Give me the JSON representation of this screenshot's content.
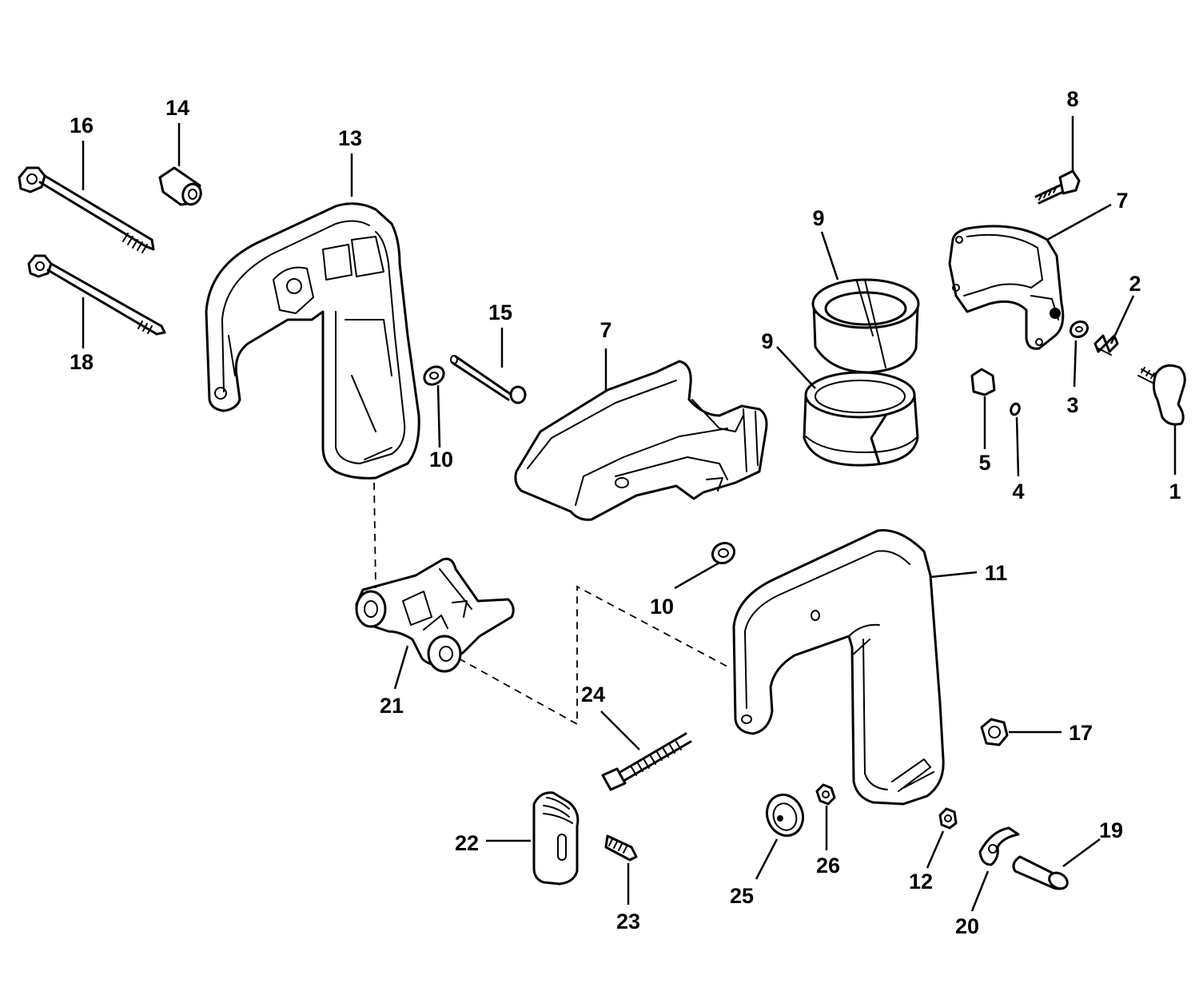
{
  "callouts": [
    {
      "id": "c1",
      "text": "1"
    },
    {
      "id": "c2",
      "text": "2"
    },
    {
      "id": "c3",
      "text": "3"
    },
    {
      "id": "c4",
      "text": "4"
    },
    {
      "id": "c5",
      "text": "5"
    },
    {
      "id": "c7a",
      "text": "7"
    },
    {
      "id": "c7b",
      "text": "7"
    },
    {
      "id": "c8",
      "text": "8"
    },
    {
      "id": "c9a",
      "text": "9"
    },
    {
      "id": "c9b",
      "text": "9"
    },
    {
      "id": "c10a",
      "text": "10"
    },
    {
      "id": "c10b",
      "text": "10"
    },
    {
      "id": "c11",
      "text": "11"
    },
    {
      "id": "c12",
      "text": "12"
    },
    {
      "id": "c13",
      "text": "13"
    },
    {
      "id": "c14",
      "text": "14"
    },
    {
      "id": "c15",
      "text": "15"
    },
    {
      "id": "c16",
      "text": "16"
    },
    {
      "id": "c17",
      "text": "17"
    },
    {
      "id": "c18",
      "text": "18"
    },
    {
      "id": "c19",
      "text": "19"
    },
    {
      "id": "c20",
      "text": "20"
    },
    {
      "id": "c21",
      "text": "21"
    },
    {
      "id": "c22",
      "text": "22"
    },
    {
      "id": "c23",
      "text": "23"
    },
    {
      "id": "c24",
      "text": "24"
    },
    {
      "id": "c25",
      "text": "25"
    },
    {
      "id": "c26",
      "text": "26"
    }
  ]
}
